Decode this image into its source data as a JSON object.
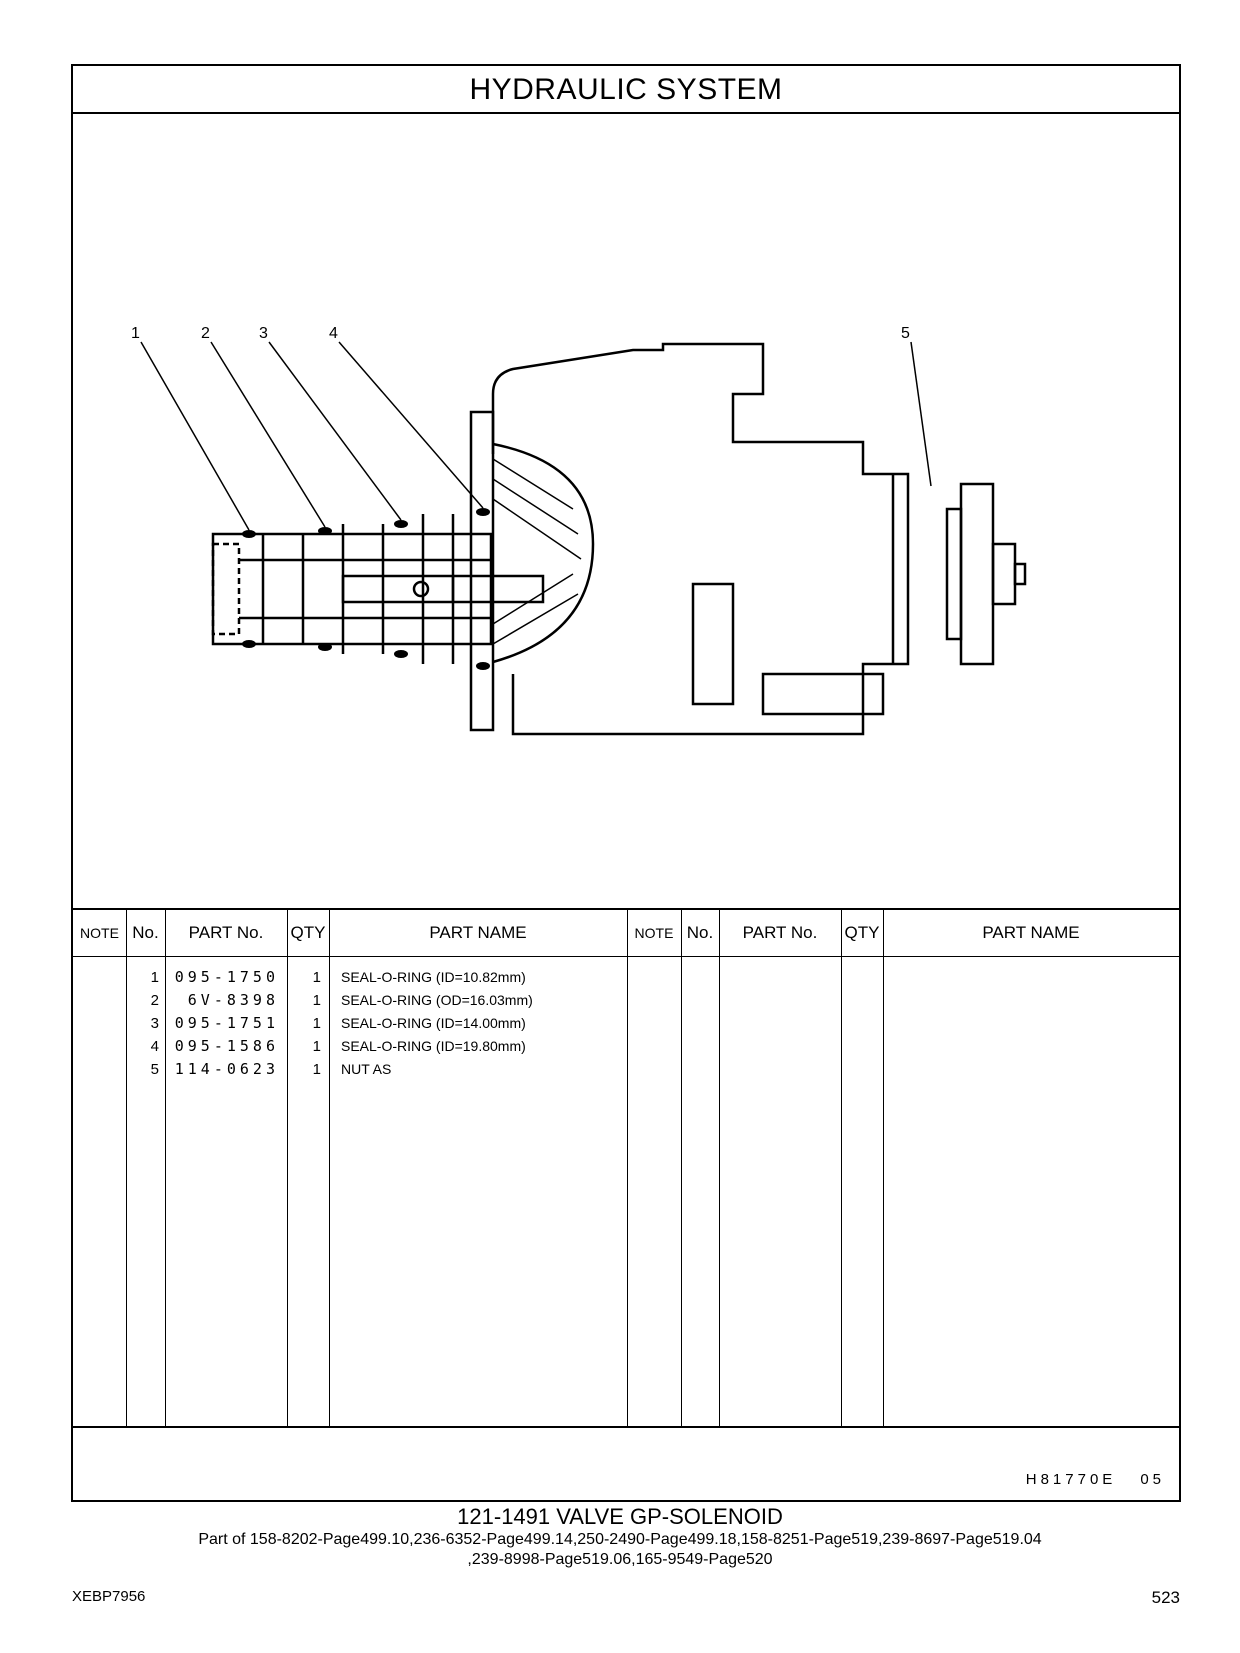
{
  "page": {
    "title": "HYDRAULIC   SYSTEM",
    "callouts": [
      "1",
      "2",
      "3",
      "4",
      "5"
    ],
    "table_headers": {
      "note": "NOTE",
      "no": "No.",
      "part_no": "PART No.",
      "qty": "QTY",
      "part_name": "PART NAME"
    },
    "parts": [
      {
        "no": "1",
        "part_no": "095-1750",
        "qty": "1",
        "name": "SEAL-O-RING (ID=10.82mm)"
      },
      {
        "no": "2",
        "part_no": "6V-8398",
        "qty": "1",
        "name": "SEAL-O-RING (OD=16.03mm)"
      },
      {
        "no": "3",
        "part_no": "095-1751",
        "qty": "1",
        "name": "SEAL-O-RING (ID=14.00mm)"
      },
      {
        "no": "4",
        "part_no": "095-1586",
        "qty": "1",
        "name": "SEAL-O-RING (ID=19.80mm)"
      },
      {
        "no": "5",
        "part_no": "114-0623",
        "qty": "1",
        "name": "NUT  AS"
      }
    ],
    "illustration_code": "H81770E",
    "illustration_rev": "05",
    "caption_title": "121-1491   VALVE  GP-SOLENOID",
    "caption_line1": "Part of 158-8202-Page499.10,236-6352-Page499.14,250-2490-Page499.18,158-8251-Page519,239-8697-Page519.04",
    "caption_line2": ",239-8998-Page519.06,165-9549-Page520",
    "doc_id": "XEBP7956",
    "page_number": "523"
  }
}
